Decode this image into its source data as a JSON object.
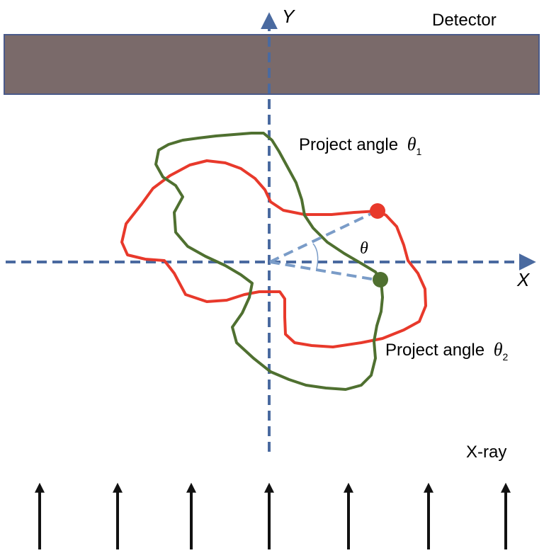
{
  "labels": {
    "detector": "Detector",
    "project_angle_1": "Project angle",
    "project_angle_2": "Project angle",
    "theta_symbol": "θ",
    "theta_1_sub": "1",
    "theta_2_sub": "2",
    "angle_label": "θ",
    "x_axis": "X",
    "y_axis": "Y",
    "xray": "X-ray"
  },
  "colors": {
    "detector_fill": "#7a6a6a",
    "detector_stroke": "#4a5a8a",
    "axis": "#4a6aa0",
    "angle_line": "#7a9cc8",
    "contour_1": "#e8392b",
    "contour_2": "#4f7030",
    "arrow": "#111111"
  }
}
